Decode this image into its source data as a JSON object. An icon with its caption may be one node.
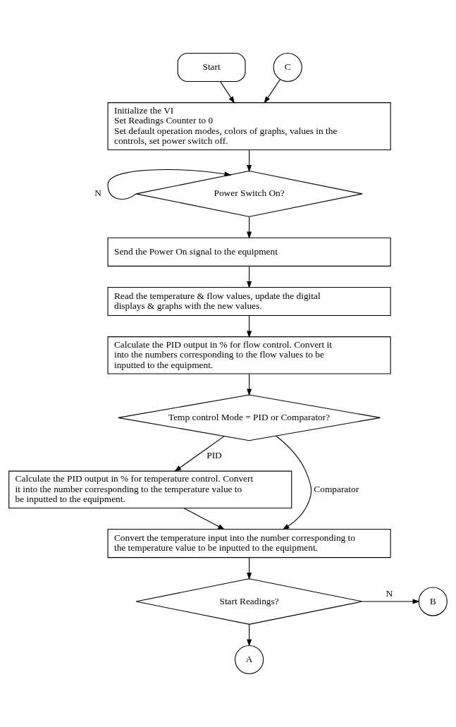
{
  "diagram": {
    "nodes": [
      {
        "text": [
          "Start"
        ]
      },
      {
        "text": [
          "C"
        ]
      },
      {
        "text": [
          "Initialize the VI",
          "Set Readings Counter to 0",
          "Set default operation modes, colors of graphs, values in the controls, set power switch off."
        ]
      },
      {
        "text": [
          "Power Switch On?"
        ]
      },
      {
        "text": [
          "Send the Power On signal to the equipment"
        ]
      },
      {
        "text": [
          "Read the temperature & flow values, update the digital displays & graphs with the new values."
        ]
      },
      {
        "text": [
          "Calculate the PID output in % for flow control. Convert it into the numbers corresponding to the flow values to be inputted to the equipment."
        ]
      },
      {
        "text": [
          "Temp control Mode = PID or Comparator?"
        ]
      },
      {
        "text": [
          "Calculate the PID output in % for temperature control. Convert it into the number corresponding to the temperature value to be inputted to the equipment."
        ]
      },
      {
        "text": [
          "Convert the temperature input into the number corresponding to the temperature value to be inputted to the equipment."
        ]
      },
      {
        "text": [
          "Start Readings?"
        ]
      },
      {
        "text": [
          "B"
        ]
      },
      {
        "text": [
          "A"
        ]
      }
    ],
    "edges": [
      {
        "from": 0,
        "to": 2,
        "arrow": "to"
      },
      {
        "from": 1,
        "to": 2,
        "arrow": "to"
      },
      {
        "from": 2,
        "to": 3,
        "arrow": "to"
      },
      {
        "from": 3,
        "to": 3,
        "arrow": "to",
        "label": "N"
      },
      {
        "from": 3,
        "to": 4,
        "arrow": "to"
      },
      {
        "from": 4,
        "to": 5,
        "arrow": "to"
      },
      {
        "from": 5,
        "to": 6,
        "arrow": "to"
      },
      {
        "from": 6,
        "to": 7,
        "arrow": "to"
      },
      {
        "from": 7,
        "to": 8,
        "arrow": "to",
        "label": "PID"
      },
      {
        "from": 7,
        "to": 9,
        "arrow": "to",
        "label": "Comparator"
      },
      {
        "from": 8,
        "to": 9,
        "arrow": "to"
      },
      {
        "from": 9,
        "to": 10,
        "arrow": "to"
      },
      {
        "from": 10,
        "to": 11,
        "arrow": "to",
        "label": "N"
      },
      {
        "from": 10,
        "to": 12,
        "arrow": "to"
      }
    ]
  }
}
